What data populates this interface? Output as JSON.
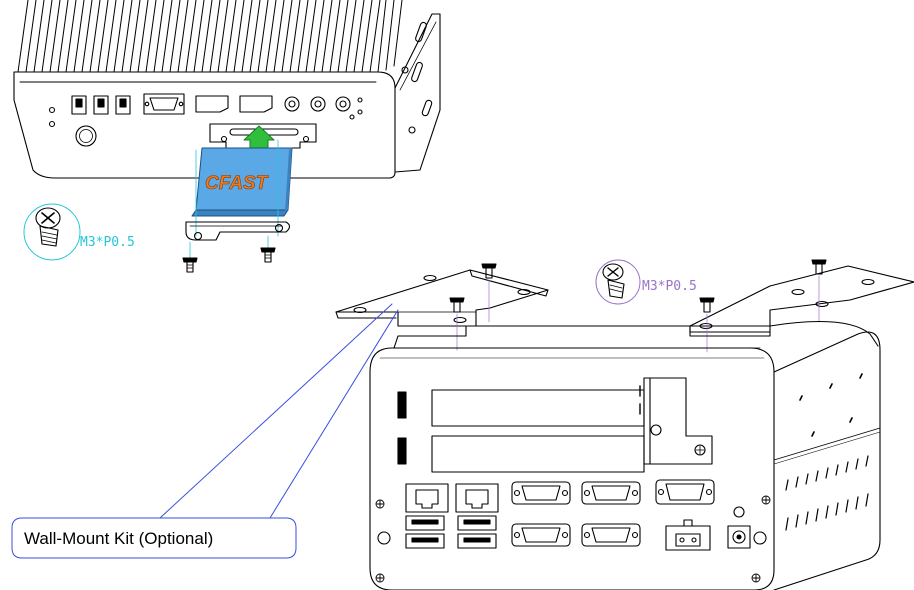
{
  "labels": {
    "cfast": "CFAST",
    "screw_spec_left": "M3*P0.5",
    "screw_spec_right": "M3*P0.5",
    "wall_mount_kit": "Wall-Mount Kit (Optional)"
  },
  "colors": {
    "line": "#000000",
    "cyan_callout": "#26c6d9",
    "violet_callout": "#9a72c8",
    "blue_leader": "#3a4fe0",
    "cfast_card": "#5aa9e6",
    "arrow": "#2fbf3c",
    "cfast_text": "#f07a1c"
  }
}
